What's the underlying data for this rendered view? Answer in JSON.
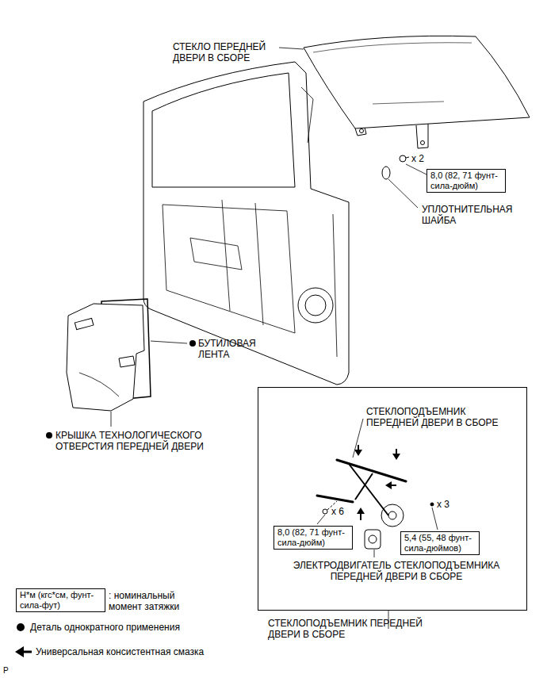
{
  "diagram": {
    "nodes": [
      {
        "text": [
          "8,0 (82, 71 фунт-сила-дюйм)"
        ]
      },
      {
        "text": [
          "СТЕКЛОПОДЪЕМНИК ПЕРЕДНЕЙ ДВЕРИ В СБОРЕ"
        ]
      },
      {
        "text": [
          "8,0 (82, 71 фунт-сила-дюйм)"
        ],
        "in": 1
      },
      {
        "text": [
          "5,4 (55, 48 фунт-сила-дюймов)"
        ],
        "in": 1
      },
      {
        "text": [
          "Н*м (кгс*см, фунт-сила-фут)"
        ]
      }
    ],
    "labels": [
      "СТЕКЛО ПЕРЕДНЕЙ ДВЕРИ В СБОРЕ",
      "x 2",
      "УПЛОТНИТЕЛЬНАЯ ШАЙБА",
      "БУТИЛОВАЯ ЛЕНТА",
      "КРЫШКА ТЕХНОЛОГИЧЕСКОГО ОТВЕРСТИЯ ПЕРЕДНЕЙ ДВЕРИ",
      "СТЕКЛОПОДЪЕМНИК ПЕРЕДНЕЙ ДВЕРИ В СБОРЕ",
      "x 6",
      "x 3",
      "ЭЛЕКТРОДВИГАТЕЛЬ СТЕКЛОПОДЪЕМНИКА ПЕРЕДНЕЙ ДВЕРИ В СБОРЕ",
      "P"
    ],
    "legend": [
      {
        "text": ": номинальный момент затяжки"
      },
      {
        "text": "Деталь однократного применения"
      },
      {
        "text": "Универсальная консистентная смазка"
      }
    ]
  }
}
